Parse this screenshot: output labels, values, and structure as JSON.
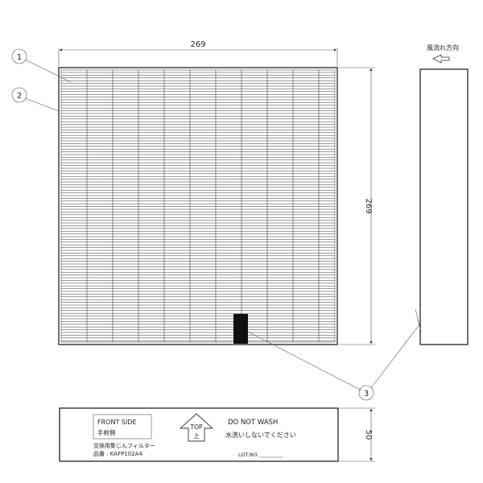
{
  "dimensions": {
    "width": "269",
    "height": "269",
    "depth": "50"
  },
  "callouts": [
    "1",
    "2",
    "3"
  ],
  "airflow": {
    "label": "風流れ方向",
    "icon": "arrow-left-icon"
  },
  "label_panel": {
    "front_side": "FRONT   SIDE",
    "front_side_jp": "手前側",
    "top": "TOP",
    "top_jp": "上",
    "do_not_wash": "DO NOT WASH",
    "do_not_wash_jp": "水洗いしないでください",
    "product_name": "交換用集じんフィルター",
    "part_number": "品番 : KAFP102A4",
    "lot": "LOT.NO."
  },
  "colors": {
    "line": "#222222",
    "tab": "#111111"
  }
}
